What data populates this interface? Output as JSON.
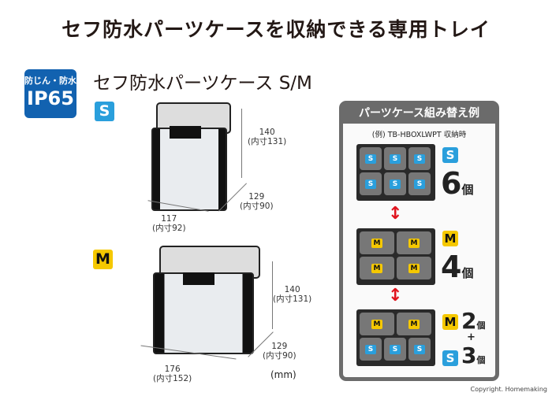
{
  "title": "セフ防水パーツケースを収納できる専用トレイ",
  "ip_badge": {
    "line1": "防じん・防水",
    "line2": "IP65"
  },
  "subtitle": "セフ防水パーツケース S/M",
  "size_s": {
    "label": "S",
    "height": "140",
    "height_inner": "(内寸131)",
    "depth": "129",
    "depth_inner": "(内寸90)",
    "width": "117",
    "width_inner": "(内寸92)"
  },
  "size_m": {
    "label": "M",
    "height": "140",
    "height_inner": "(内寸131)",
    "depth": "129",
    "depth_inner": "(内寸90)",
    "width": "176",
    "width_inner": "(内寸152)"
  },
  "unit": "(mm)",
  "panel": {
    "header": "パーツケース組み替え例",
    "example": "(例) TB-HBOXLWPT 収納時",
    "s": "S",
    "m": "M",
    "count_6": "6",
    "count_4": "4",
    "count_2": "2",
    "count_3": "3",
    "ko": "個",
    "plus": "+",
    "arrow": "↕"
  },
  "colors": {
    "s_badge": "#2a9fdc",
    "m_badge": "#f5c800",
    "ip_badge": "#1262b0",
    "arrow": "#e0141e"
  },
  "copyright": "Copyright. Homemaking"
}
